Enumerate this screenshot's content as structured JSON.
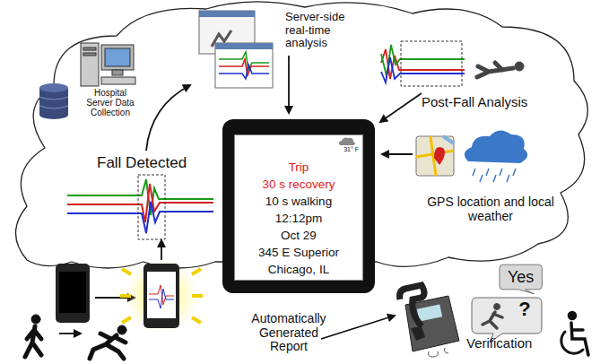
{
  "diagram": {
    "nodes": [
      {
        "text": [
          "31° F",
          "Trip",
          "30 s recovery",
          "10 s walking",
          "12:12pm",
          "Oct 29",
          "345 E Superior",
          "Chicago, IL"
        ]
      },
      {
        "text": [
          "Yes"
        ]
      }
    ],
    "labels": [
      "Server-side real-time analysis",
      "Hospital Server Data Collection",
      "Post-Fall Analysis",
      "Fall Detected",
      "GPS location and local weather",
      "Automatically Generated Report",
      "?",
      "Verification"
    ]
  }
}
